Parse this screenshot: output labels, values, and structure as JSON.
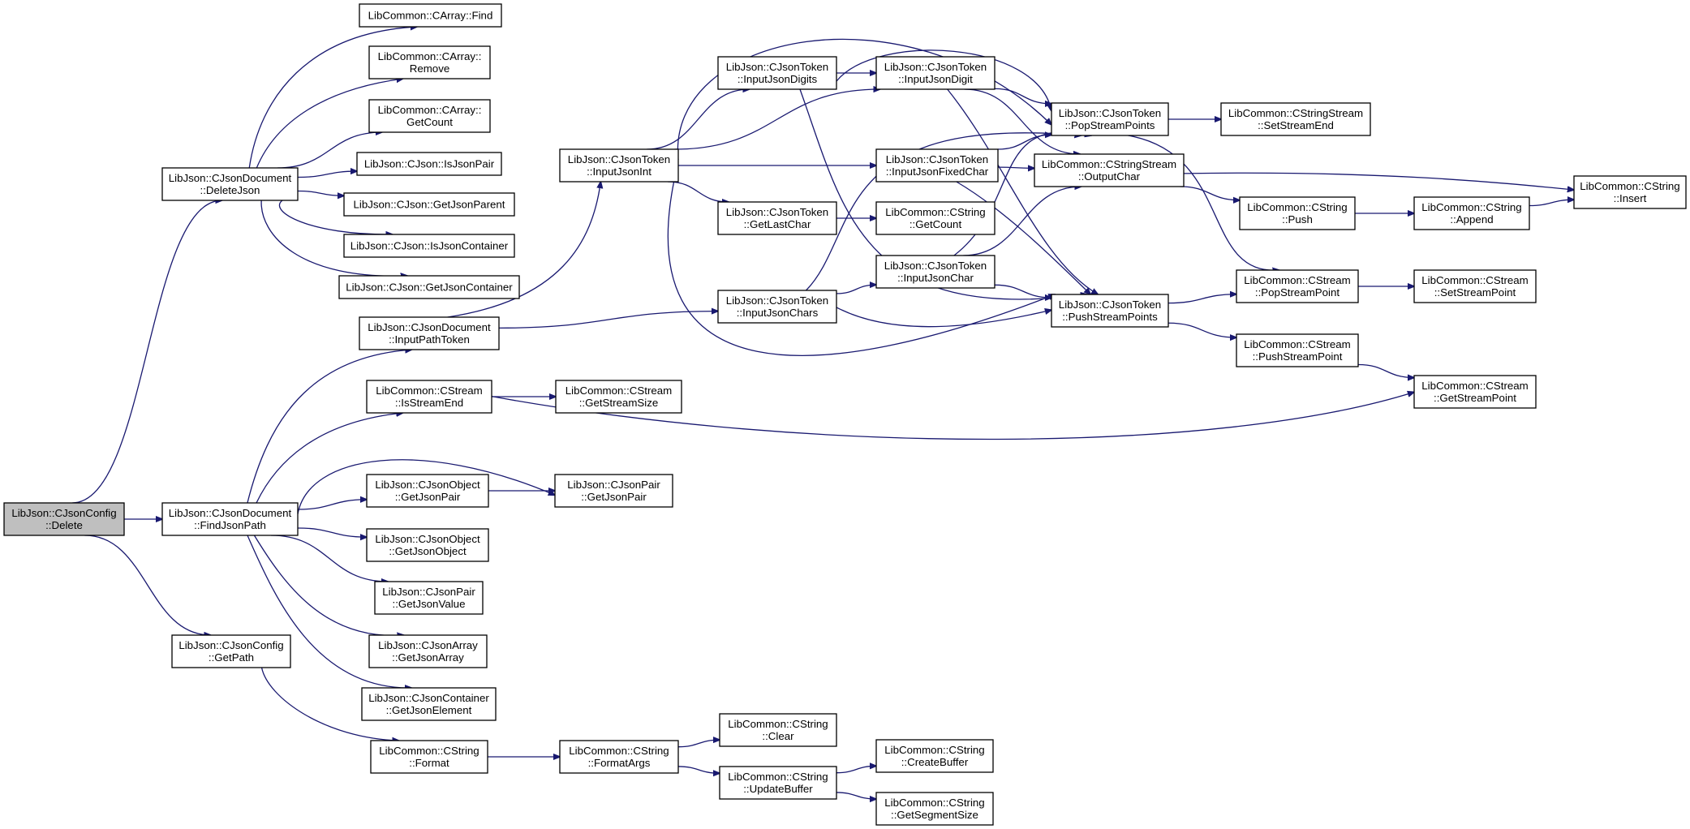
{
  "graph": {
    "nodes": [
      {
        "id": "n0",
        "lines": [
          "LibJson::CJsonConfig",
          "::Delete"
        ],
        "root": true
      },
      {
        "id": "n1",
        "lines": [
          "LibJson::CJsonDocument",
          "::DeleteJson"
        ]
      },
      {
        "id": "n2",
        "lines": [
          "LibJson::CJsonDocument",
          "::FindJsonPath"
        ]
      },
      {
        "id": "n3",
        "lines": [
          "LibJson::CJsonConfig",
          "::GetPath"
        ]
      },
      {
        "id": "n4",
        "lines": [
          "LibCommon::CArray::Find"
        ]
      },
      {
        "id": "n5",
        "lines": [
          "LibCommon::CArray::",
          "Remove"
        ]
      },
      {
        "id": "n6",
        "lines": [
          "LibCommon::CArray::",
          "GetCount"
        ]
      },
      {
        "id": "n7",
        "lines": [
          "LibJson::CJson::IsJsonPair"
        ]
      },
      {
        "id": "n8",
        "lines": [
          "LibJson::CJson::GetJsonParent"
        ]
      },
      {
        "id": "n9",
        "lines": [
          "LibJson::CJson::IsJsonContainer"
        ]
      },
      {
        "id": "n10",
        "lines": [
          "LibJson::CJson::GetJsonContainer"
        ]
      },
      {
        "id": "n11",
        "lines": [
          "LibJson::CJsonDocument",
          "::InputPathToken"
        ]
      },
      {
        "id": "n12",
        "lines": [
          "LibCommon::CStream",
          "::IsStreamEnd"
        ]
      },
      {
        "id": "n13",
        "lines": [
          "LibJson::CJsonObject",
          "::GetJsonPair"
        ]
      },
      {
        "id": "n14",
        "lines": [
          "LibJson::CJsonObject",
          "::GetJsonObject"
        ]
      },
      {
        "id": "n15",
        "lines": [
          "LibJson::CJsonPair",
          "::GetJsonValue"
        ]
      },
      {
        "id": "n16",
        "lines": [
          "LibJson::CJsonArray",
          "::GetJsonArray"
        ]
      },
      {
        "id": "n17",
        "lines": [
          "LibJson::CJsonContainer",
          "::GetJsonElement"
        ]
      },
      {
        "id": "n18",
        "lines": [
          "LibCommon::CString",
          "::Format"
        ]
      },
      {
        "id": "n19",
        "lines": [
          "LibJson::CJsonToken",
          "::InputJsonInt"
        ]
      },
      {
        "id": "n20",
        "lines": [
          "LibCommon::CStream",
          "::GetStreamSize"
        ]
      },
      {
        "id": "n21",
        "lines": [
          "LibJson::CJsonPair",
          "::GetJsonPair"
        ]
      },
      {
        "id": "n22",
        "lines": [
          "LibCommon::CString",
          "::FormatArgs"
        ]
      },
      {
        "id": "n23",
        "lines": [
          "LibJson::CJsonToken",
          "::InputJsonDigits"
        ]
      },
      {
        "id": "n24",
        "lines": [
          "LibJson::CJsonToken",
          "::GetLastChar"
        ]
      },
      {
        "id": "n25",
        "lines": [
          "LibJson::CJsonToken",
          "::InputJsonChars"
        ]
      },
      {
        "id": "n26",
        "lines": [
          "LibCommon::CString",
          "::Clear"
        ]
      },
      {
        "id": "n27",
        "lines": [
          "LibCommon::CString",
          "::UpdateBuffer"
        ]
      },
      {
        "id": "n28",
        "lines": [
          "LibJson::CJsonToken",
          "::InputJsonDigit"
        ]
      },
      {
        "id": "n29",
        "lines": [
          "LibJson::CJsonToken",
          "::InputJsonFixedChar"
        ]
      },
      {
        "id": "n30",
        "lines": [
          "LibCommon::CString",
          "::GetCount"
        ]
      },
      {
        "id": "n31",
        "lines": [
          "LibJson::CJsonToken",
          "::InputJsonChar"
        ]
      },
      {
        "id": "n32",
        "lines": [
          "LibCommon::CString",
          "::CreateBuffer"
        ]
      },
      {
        "id": "n33",
        "lines": [
          "LibCommon::CString",
          "::GetSegmentSize"
        ]
      },
      {
        "id": "n34",
        "lines": [
          "LibJson::CJsonToken",
          "::PopStreamPoints"
        ]
      },
      {
        "id": "n35",
        "lines": [
          "LibCommon::CStringStream",
          "::OutputChar"
        ]
      },
      {
        "id": "n36",
        "lines": [
          "LibJson::CJsonToken",
          "::PushStreamPoints"
        ]
      },
      {
        "id": "n37",
        "lines": [
          "LibCommon::CStringStream",
          "::SetStreamEnd"
        ]
      },
      {
        "id": "n38",
        "lines": [
          "LibCommon::CString",
          "::Push"
        ]
      },
      {
        "id": "n39",
        "lines": [
          "LibCommon::CStream",
          "::PopStreamPoint"
        ]
      },
      {
        "id": "n40",
        "lines": [
          "LibCommon::CStream",
          "::PushStreamPoint"
        ]
      },
      {
        "id": "n41",
        "lines": [
          "LibCommon::CString",
          "::Append"
        ]
      },
      {
        "id": "n42",
        "lines": [
          "LibCommon::CStream",
          "::SetStreamPoint"
        ]
      },
      {
        "id": "n43",
        "lines": [
          "LibCommon::CStream",
          "::GetStreamPoint"
        ]
      },
      {
        "id": "n44",
        "lines": [
          "LibCommon::CString",
          "::Insert"
        ]
      }
    ],
    "edges": [
      {
        "from": "n0",
        "to": "n1"
      },
      {
        "from": "n0",
        "to": "n2"
      },
      {
        "from": "n0",
        "to": "n3"
      },
      {
        "from": "n1",
        "to": "n4"
      },
      {
        "from": "n1",
        "to": "n5"
      },
      {
        "from": "n1",
        "to": "n6"
      },
      {
        "from": "n1",
        "to": "n7"
      },
      {
        "from": "n1",
        "to": "n8"
      },
      {
        "from": "n1",
        "to": "n9"
      },
      {
        "from": "n1",
        "to": "n10"
      },
      {
        "from": "n2",
        "to": "n11"
      },
      {
        "from": "n2",
        "to": "n12"
      },
      {
        "from": "n2",
        "to": "n21"
      },
      {
        "from": "n2",
        "to": "n13"
      },
      {
        "from": "n2",
        "to": "n14"
      },
      {
        "from": "n2",
        "to": "n15"
      },
      {
        "from": "n2",
        "to": "n16"
      },
      {
        "from": "n2",
        "to": "n17"
      },
      {
        "from": "n3",
        "to": "n18"
      },
      {
        "from": "n11",
        "to": "n19"
      },
      {
        "from": "n11",
        "to": "n25"
      },
      {
        "from": "n12",
        "to": "n20"
      },
      {
        "from": "n12",
        "to": "n43"
      },
      {
        "from": "n13",
        "to": "n21"
      },
      {
        "from": "n18",
        "to": "n22"
      },
      {
        "from": "n19",
        "to": "n23"
      },
      {
        "from": "n19",
        "to": "n28"
      },
      {
        "from": "n19",
        "to": "n29"
      },
      {
        "from": "n19",
        "to": "n24"
      },
      {
        "from": "n19",
        "to": "n34"
      },
      {
        "from": "n19",
        "to": "n36"
      },
      {
        "from": "n22",
        "to": "n26"
      },
      {
        "from": "n22",
        "to": "n27"
      },
      {
        "from": "n23",
        "to": "n28"
      },
      {
        "from": "n23",
        "to": "n34"
      },
      {
        "from": "n23",
        "to": "n36"
      },
      {
        "from": "n24",
        "to": "n30"
      },
      {
        "from": "n25",
        "to": "n31"
      },
      {
        "from": "n25",
        "to": "n34"
      },
      {
        "from": "n25",
        "to": "n36"
      },
      {
        "from": "n27",
        "to": "n32"
      },
      {
        "from": "n27",
        "to": "n33"
      },
      {
        "from": "n28",
        "to": "n34"
      },
      {
        "from": "n28",
        "to": "n35"
      },
      {
        "from": "n28",
        "to": "n36"
      },
      {
        "from": "n29",
        "to": "n34"
      },
      {
        "from": "n29",
        "to": "n35"
      },
      {
        "from": "n29",
        "to": "n36"
      },
      {
        "from": "n31",
        "to": "n34"
      },
      {
        "from": "n31",
        "to": "n35"
      },
      {
        "from": "n31",
        "to": "n36"
      },
      {
        "from": "n34",
        "to": "n37"
      },
      {
        "from": "n34",
        "to": "n39"
      },
      {
        "from": "n35",
        "to": "n38"
      },
      {
        "from": "n35",
        "to": "n44"
      },
      {
        "from": "n36",
        "to": "n39"
      },
      {
        "from": "n36",
        "to": "n40"
      },
      {
        "from": "n38",
        "to": "n41"
      },
      {
        "from": "n39",
        "to": "n42"
      },
      {
        "from": "n40",
        "to": "n43"
      },
      {
        "from": "n41",
        "to": "n44"
      }
    ]
  }
}
